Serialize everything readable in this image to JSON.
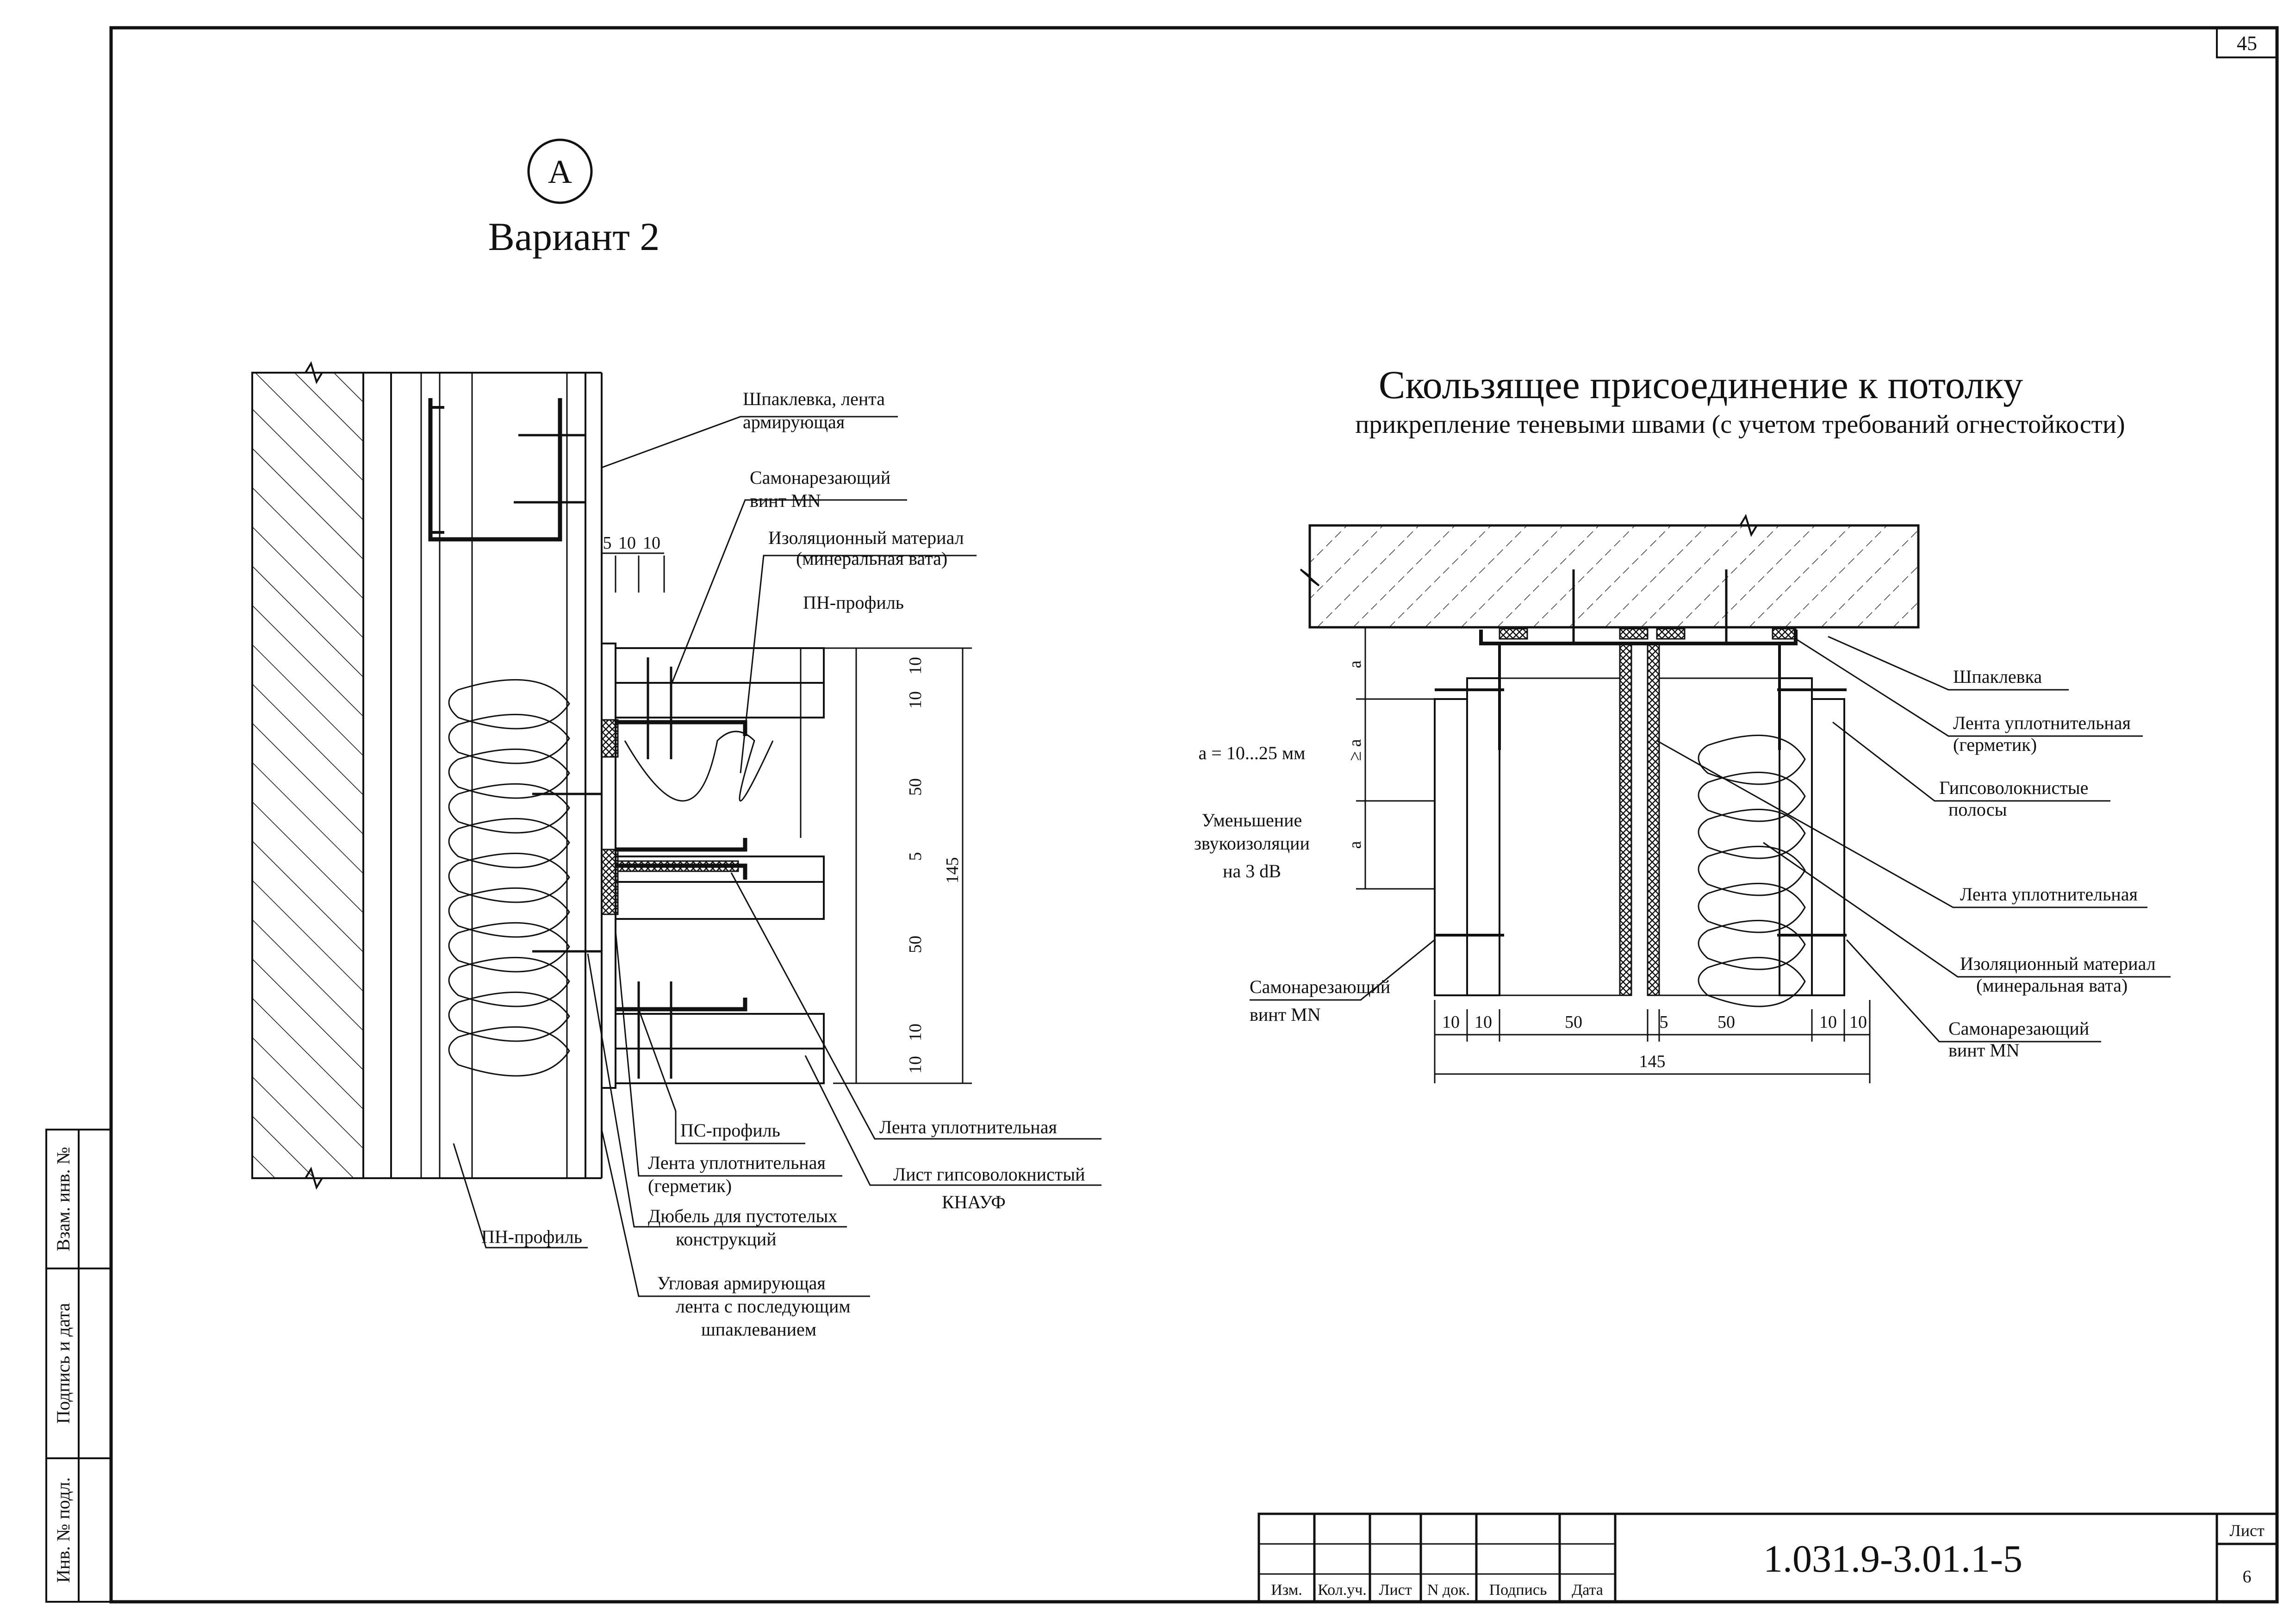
{
  "sheet_page_number": "45",
  "left": {
    "marker": "A",
    "title": "Вариант 2",
    "labels": {
      "spakl1": "Шпаклевка, лента",
      "spakl2": "армирующая",
      "screw1": "Самонарезающий",
      "screw2": "винт MN",
      "insul1": "Изоляционный материал",
      "insul2": "(минеральная вата)",
      "pn_top": "ПН-профиль",
      "ps": "ПС-профиль",
      "tape1": "Лента уплотнительная",
      "tape2": "(герметик)",
      "dowel1": "Дюбель для пустотелых",
      "dowel2": "конструкций",
      "corner1": "Угловая армирующая",
      "corner2": "лента с последующим",
      "corner3": "шпаклеванием",
      "pn_bottom": "ПН-профиль",
      "tape_right": "Лента   уплотнительная",
      "sheet1": "Лист гипсоволокнистый",
      "sheet2": "КНАУФ"
    },
    "dims": {
      "d5": "5",
      "d10a": "10",
      "d10b": "10",
      "v10a": "10",
      "v10b": "10",
      "v50a": "50",
      "v5": "5",
      "v50b": "50",
      "v10c": "10",
      "v10d": "10",
      "total": "145"
    }
  },
  "right": {
    "title": "Скользящее  присоединение к потолку",
    "subtitle": "прикрепление теневыми швами   (с учетом требований огнестойкости)",
    "labels": {
      "spakl": "Шпаклевка",
      "tape_h1": "Лента уплотнительная",
      "tape_h2": "(герметик)",
      "gvl1": "Гипсоволокнистые",
      "gvl2": "полосы",
      "tape": "Лента уплотнительная",
      "insul1": "Изоляционный материал",
      "insul2": "(минеральная вата)",
      "screw_r1": "Самонарезающий",
      "screw_r2": "винт MN",
      "screw_l1": "Самонарезающий",
      "screw_l2": "винт MN",
      "a_note": "а = 10...25 мм",
      "sound1": "Уменьшение",
      "sound2": "звукоизоляции",
      "sound3": "на 3 dB",
      "a1": "а",
      "a2": "≥ а",
      "a3": "а"
    },
    "dims": [
      "10",
      "10",
      "50",
      "5",
      "50",
      "10",
      "10"
    ],
    "total": "145"
  },
  "side_stamp": {
    "field1": "Взам. инв. №",
    "field2": "Подпись и дата",
    "field3": "Инв. № подл."
  },
  "title_block": {
    "columns": [
      "Изм.",
      "Кол.уч.",
      "Лист",
      "N док.",
      "Подпись",
      "Дата"
    ],
    "code": "1.031.9-3.01.1-5",
    "sheet_label": "Лист",
    "sheet_number": "6"
  }
}
